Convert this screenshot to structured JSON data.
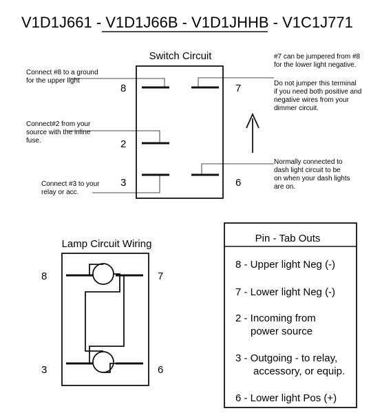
{
  "title": {
    "part1": "V1D1J661",
    "sep1": " - ",
    "part2": "V1D1J66B",
    "sep2": " - ",
    "part3": "V1D1JHHB",
    "sep3": " - ",
    "part4": "V1C1J771"
  },
  "switch_circuit": {
    "heading": "Switch Circuit",
    "pins": {
      "p8": "8",
      "p7": "7",
      "p2": "2",
      "p3": "3",
      "p6": "6"
    },
    "notes": {
      "n8": [
        "Connect #8 to a ground",
        "for the upper light"
      ],
      "n2": [
        "Connect#2 from your",
        "source with the inline",
        "fuse."
      ],
      "n3": [
        "Connect #3 to your",
        "relay or acc."
      ],
      "n7a": [
        "#7 can be jumpered from #8",
        "for the lower light negative."
      ],
      "n7b": [
        "Do not jumper this terminal",
        "if you need both positive and",
        "negative wires from your",
        "dimmer circuit."
      ],
      "n6": [
        "Normally connected to",
        "dash light circuit to be",
        "on when your dash lights",
        "are on."
      ]
    }
  },
  "lamp_circuit": {
    "heading": "Lamp Circuit Wiring",
    "pins": {
      "p8": "8",
      "p7": "7",
      "p3": "3",
      "p6": "6"
    }
  },
  "pin_table": {
    "heading": "Pin - Tab Outs",
    "rows": [
      [
        "8 - Upper light Neg (-)"
      ],
      [
        "7 - Lower light Neg (-)"
      ],
      [
        "2 - Incoming from",
        "power source"
      ],
      [
        "3 - Outgoing - to relay,",
        "accessory, or equip."
      ],
      [
        "6 - Lower light Pos (+)"
      ]
    ]
  }
}
